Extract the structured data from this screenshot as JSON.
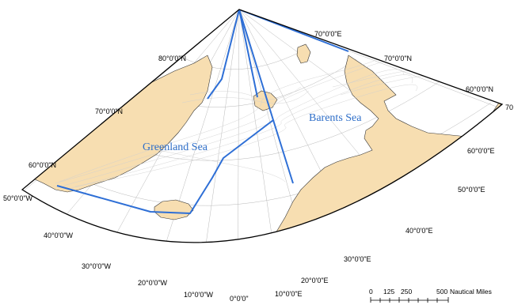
{
  "map": {
    "seas": {
      "greenland": "Greenland Sea",
      "barents": "Barents Sea"
    },
    "latitude_labels": [
      "80°0'0\"N",
      "70°0'0\"N",
      "60°0'0\"N",
      "70°0'0\"E",
      "70°0'0\"N",
      "60°0'0\"N"
    ],
    "longitude_labels_left": [
      "50°0'0\"W",
      "40°0'0\"W",
      "30°0'0\"W",
      "20°0'0\"W",
      "10°0'0\"W",
      "0°0'0\""
    ],
    "longitude_labels_right": [
      "10°0'0\"E",
      "20°0'0\"E",
      "30°0'0\"E",
      "40°0'0\"E",
      "50°0'0\"E",
      "60°0'0\"E",
      "70"
    ],
    "scale_bar": {
      "values": [
        "0",
        "125",
        "250",
        "500"
      ],
      "unit": "Nautical Miles"
    },
    "colors": {
      "land": "#f7deb1",
      "route": "#2e6fd6",
      "sea_label": "#2f6fc9"
    }
  }
}
